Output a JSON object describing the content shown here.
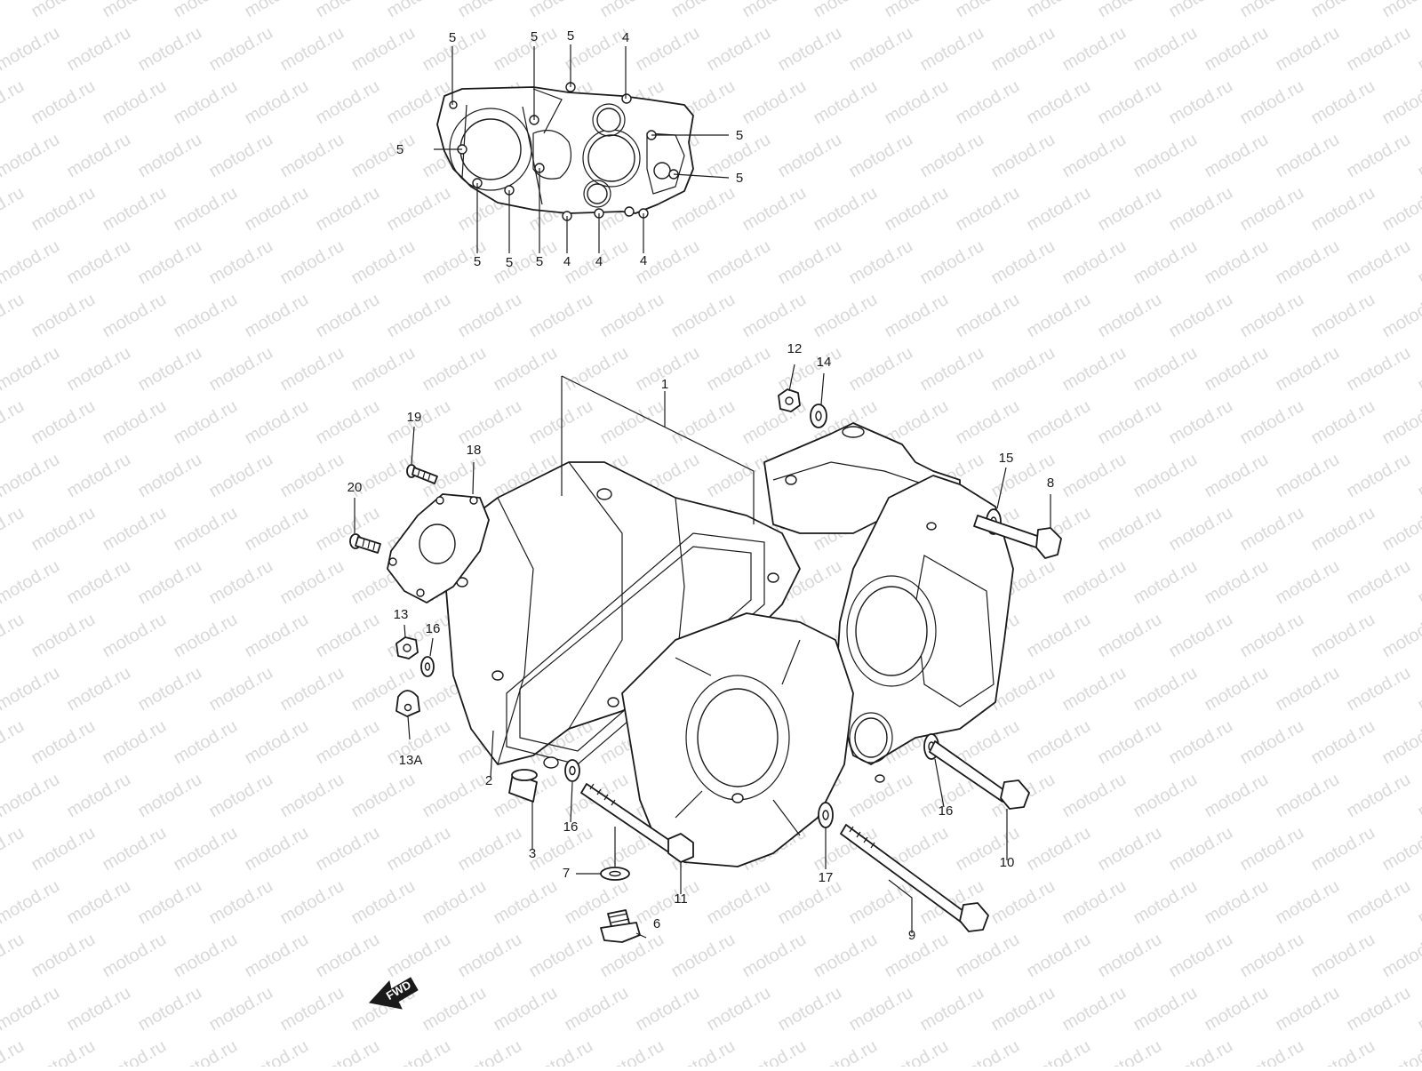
{
  "watermark": "motod.ru",
  "fwd_label": "FWD",
  "callouts": [
    {
      "id": "c5a",
      "label": "5"
    },
    {
      "id": "c5b",
      "label": "5"
    },
    {
      "id": "c5c",
      "label": "5"
    },
    {
      "id": "c4a",
      "label": "4"
    },
    {
      "id": "c5d",
      "label": "5"
    },
    {
      "id": "c5e",
      "label": "5"
    },
    {
      "id": "c5f",
      "label": "5"
    },
    {
      "id": "c5g",
      "label": "5"
    },
    {
      "id": "c5h",
      "label": "5"
    },
    {
      "id": "c5i",
      "label": "5"
    },
    {
      "id": "c4b",
      "label": "4"
    },
    {
      "id": "c4c",
      "label": "4"
    },
    {
      "id": "c4d",
      "label": "4"
    },
    {
      "id": "c1",
      "label": "1"
    },
    {
      "id": "c12",
      "label": "12"
    },
    {
      "id": "c14",
      "label": "14"
    },
    {
      "id": "c19",
      "label": "19"
    },
    {
      "id": "c18",
      "label": "18"
    },
    {
      "id": "c20",
      "label": "20"
    },
    {
      "id": "c15",
      "label": "15"
    },
    {
      "id": "c8",
      "label": "8"
    },
    {
      "id": "c13",
      "label": "13"
    },
    {
      "id": "c16a",
      "label": "16"
    },
    {
      "id": "c13A",
      "label": "13A"
    },
    {
      "id": "c2",
      "label": "2"
    },
    {
      "id": "c16b",
      "label": "16"
    },
    {
      "id": "c3",
      "label": "3"
    },
    {
      "id": "c7",
      "label": "7"
    },
    {
      "id": "c11",
      "label": "11"
    },
    {
      "id": "c6",
      "label": "6"
    },
    {
      "id": "c17",
      "label": "17"
    },
    {
      "id": "c16c",
      "label": "16"
    },
    {
      "id": "c10",
      "label": "10"
    },
    {
      "id": "c9",
      "label": "9"
    }
  ]
}
